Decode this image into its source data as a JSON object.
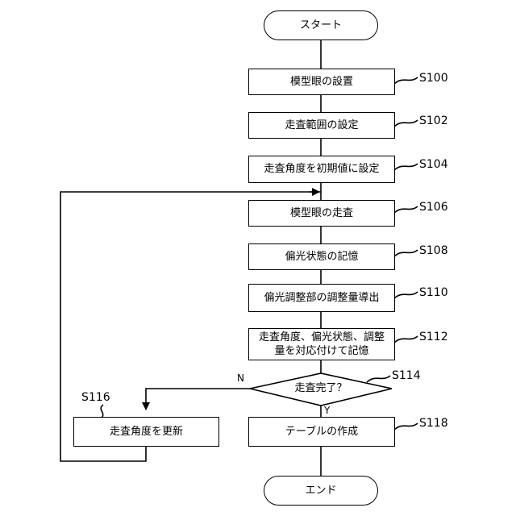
{
  "flowchart": {
    "start": "スタート",
    "end": "エンド",
    "steps": [
      {
        "id": "S100",
        "text": "模型眼の設置"
      },
      {
        "id": "S102",
        "text": "走査範囲の設定"
      },
      {
        "id": "S104",
        "text": "走査角度を初期値に設定"
      },
      {
        "id": "S106",
        "text": "模型眼の走査"
      },
      {
        "id": "S108",
        "text": "偏光状態の記憶"
      },
      {
        "id": "S110",
        "text": "偏光調整部の調整量導出"
      },
      {
        "id": "S112",
        "text_line1": "走査角度、偏光状態、調整",
        "text_line2": "量を対応付けて記憶"
      },
      {
        "id": "S118",
        "text": "テーブルの作成"
      },
      {
        "id": "S116",
        "text": "走査角度を更新"
      }
    ],
    "decision": {
      "id": "S114",
      "text": "走査完了？",
      "yes_label": "Y",
      "no_label": "N"
    }
  }
}
